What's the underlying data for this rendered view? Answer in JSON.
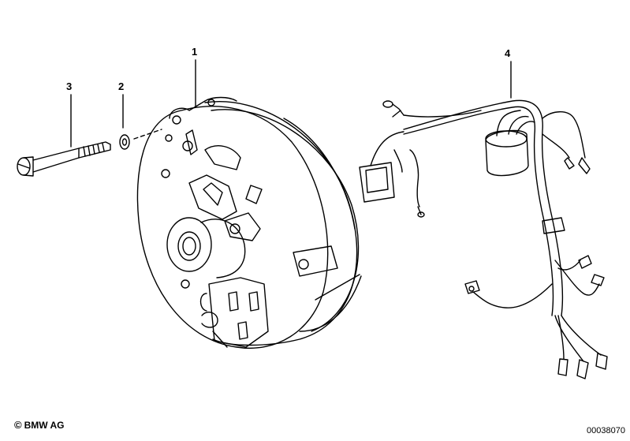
{
  "callouts": {
    "c1": "1",
    "c2": "2",
    "c3": "3",
    "c4": "4"
  },
  "footer": {
    "copyright_symbol": "©",
    "copyright_text": "BMW AG",
    "document_number": "00038070"
  }
}
